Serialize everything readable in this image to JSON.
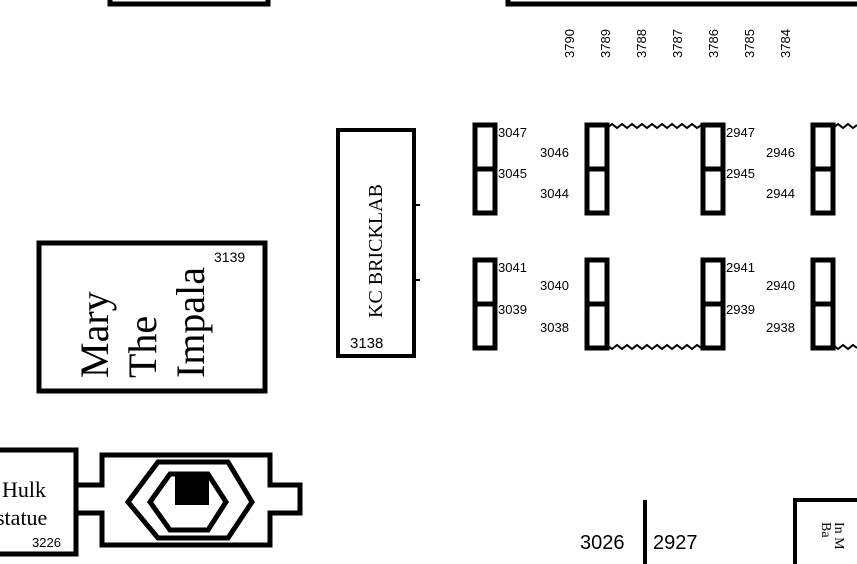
{
  "map": {
    "top_row_numbers": [
      "3790",
      "3789",
      "3788",
      "3787",
      "3786",
      "3785",
      "3784"
    ],
    "mary": {
      "line1": "Mary",
      "line2": "The",
      "line3": "Impala",
      "number": "3139"
    },
    "kc": {
      "label": "KC BRICKLAB",
      "number": "3138"
    },
    "hulk": {
      "line1": "Hulk",
      "line2": "statue",
      "number": "3226"
    },
    "upper_cluster": {
      "a1": "3047",
      "a2": "3046",
      "a3": "3045",
      "a4": "3044",
      "b1": "2947",
      "b2": "2946",
      "b3": "2945",
      "b4": "2944"
    },
    "lower_cluster": {
      "a1": "3041",
      "a2": "3040",
      "a3": "3039",
      "a4": "3038",
      "b1": "2941",
      "b2": "2940",
      "b3": "2939",
      "b4": "2938"
    },
    "bottom_pair": {
      "left": "3026",
      "right": "2927"
    },
    "partial_label": {
      "line1": "In M",
      "line2": "Ba"
    },
    "colors": {
      "ink": "#000000",
      "paper": "#ffffff"
    }
  }
}
